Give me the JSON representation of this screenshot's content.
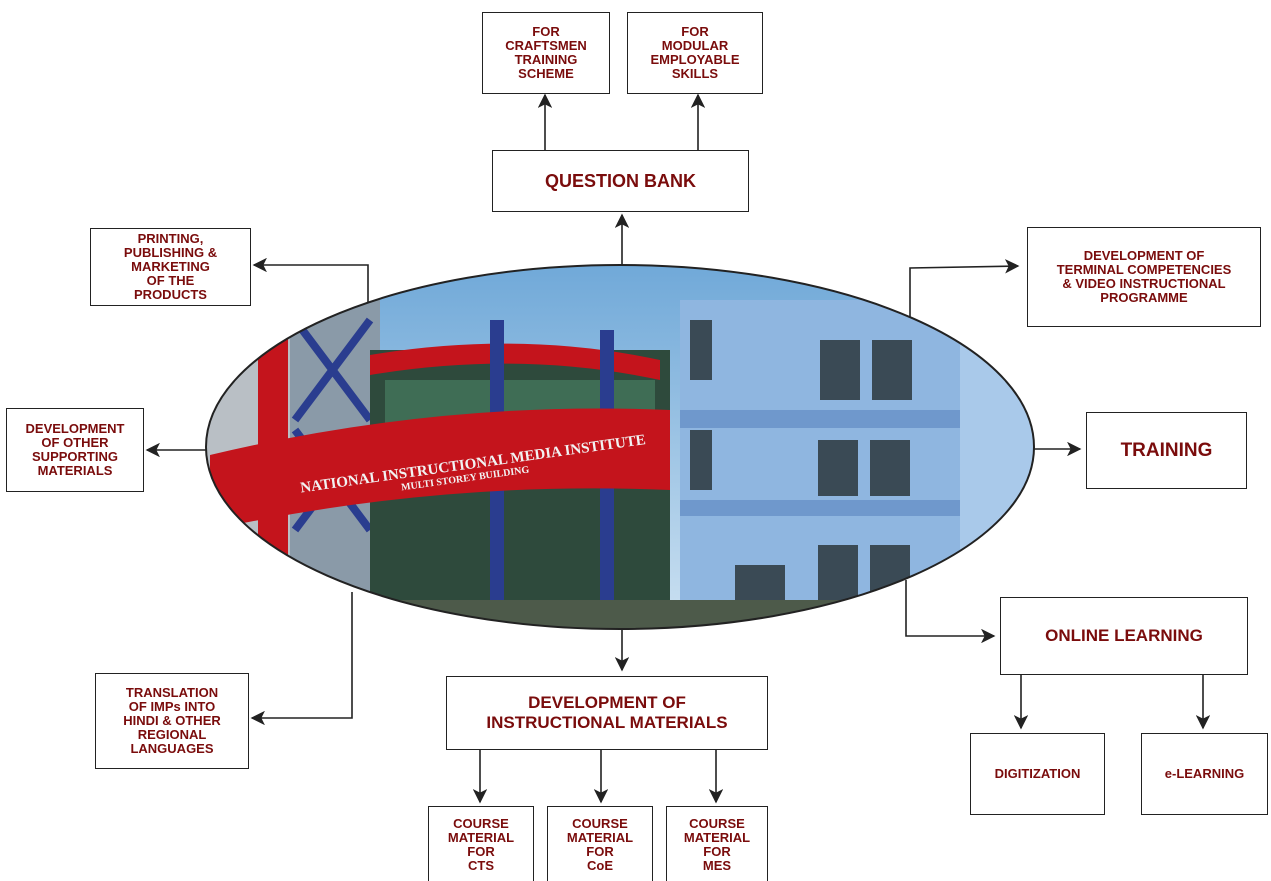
{
  "diagram": {
    "central_photo": {
      "signage_line1": "NATIONAL INSTRUCTIONAL MEDIA INSTITUTE",
      "signage_line2": "MULTI STOREY BUILDING"
    },
    "nodes": {
      "question_bank": "QUESTION BANK",
      "craftsmen_training": "FOR\nCRAFTSMEN\nTRAINING\nSCHEME",
      "modular_skills": "FOR\nMODULAR\nEMPLOYABLE\nSKILLS",
      "printing": "PRINTING,\nPUBLISHING &\nMARKETING\nOF THE\nPRODUCTS",
      "terminal_competencies": "DEVELOPMENT OF\nTERMINAL COMPETENCIES\n& VIDEO INSTRUCTIONAL\nPROGRAMME",
      "supporting_materials": "DEVELOPMENT\nOF OTHER\nSUPPORTING\nMATERIALS",
      "training": "TRAINING",
      "online_learning": "ONLINE LEARNING",
      "digitization": "DIGITIZATION",
      "e_learning": "e-LEARNING",
      "translation": "TRANSLATION\nOF IMPs INTO\nHINDI & OTHER\nREGIONAL\nLANGUAGES",
      "instructional_materials": "DEVELOPMENT OF\nINSTRUCTIONAL MATERIALS",
      "course_cts": "COURSE\nMATERIAL\nFOR\nCTS",
      "course_coe": "COURSE\nMATERIAL\nFOR\nCoE",
      "course_mes": "COURSE\nMATERIAL\nFOR\nMES"
    }
  },
  "colors": {
    "label": "#7a0c0c",
    "line": "#222222",
    "sky": "#9fcbe8",
    "building_blue": "#8fb6e0",
    "facade_red": "#c4141c"
  }
}
